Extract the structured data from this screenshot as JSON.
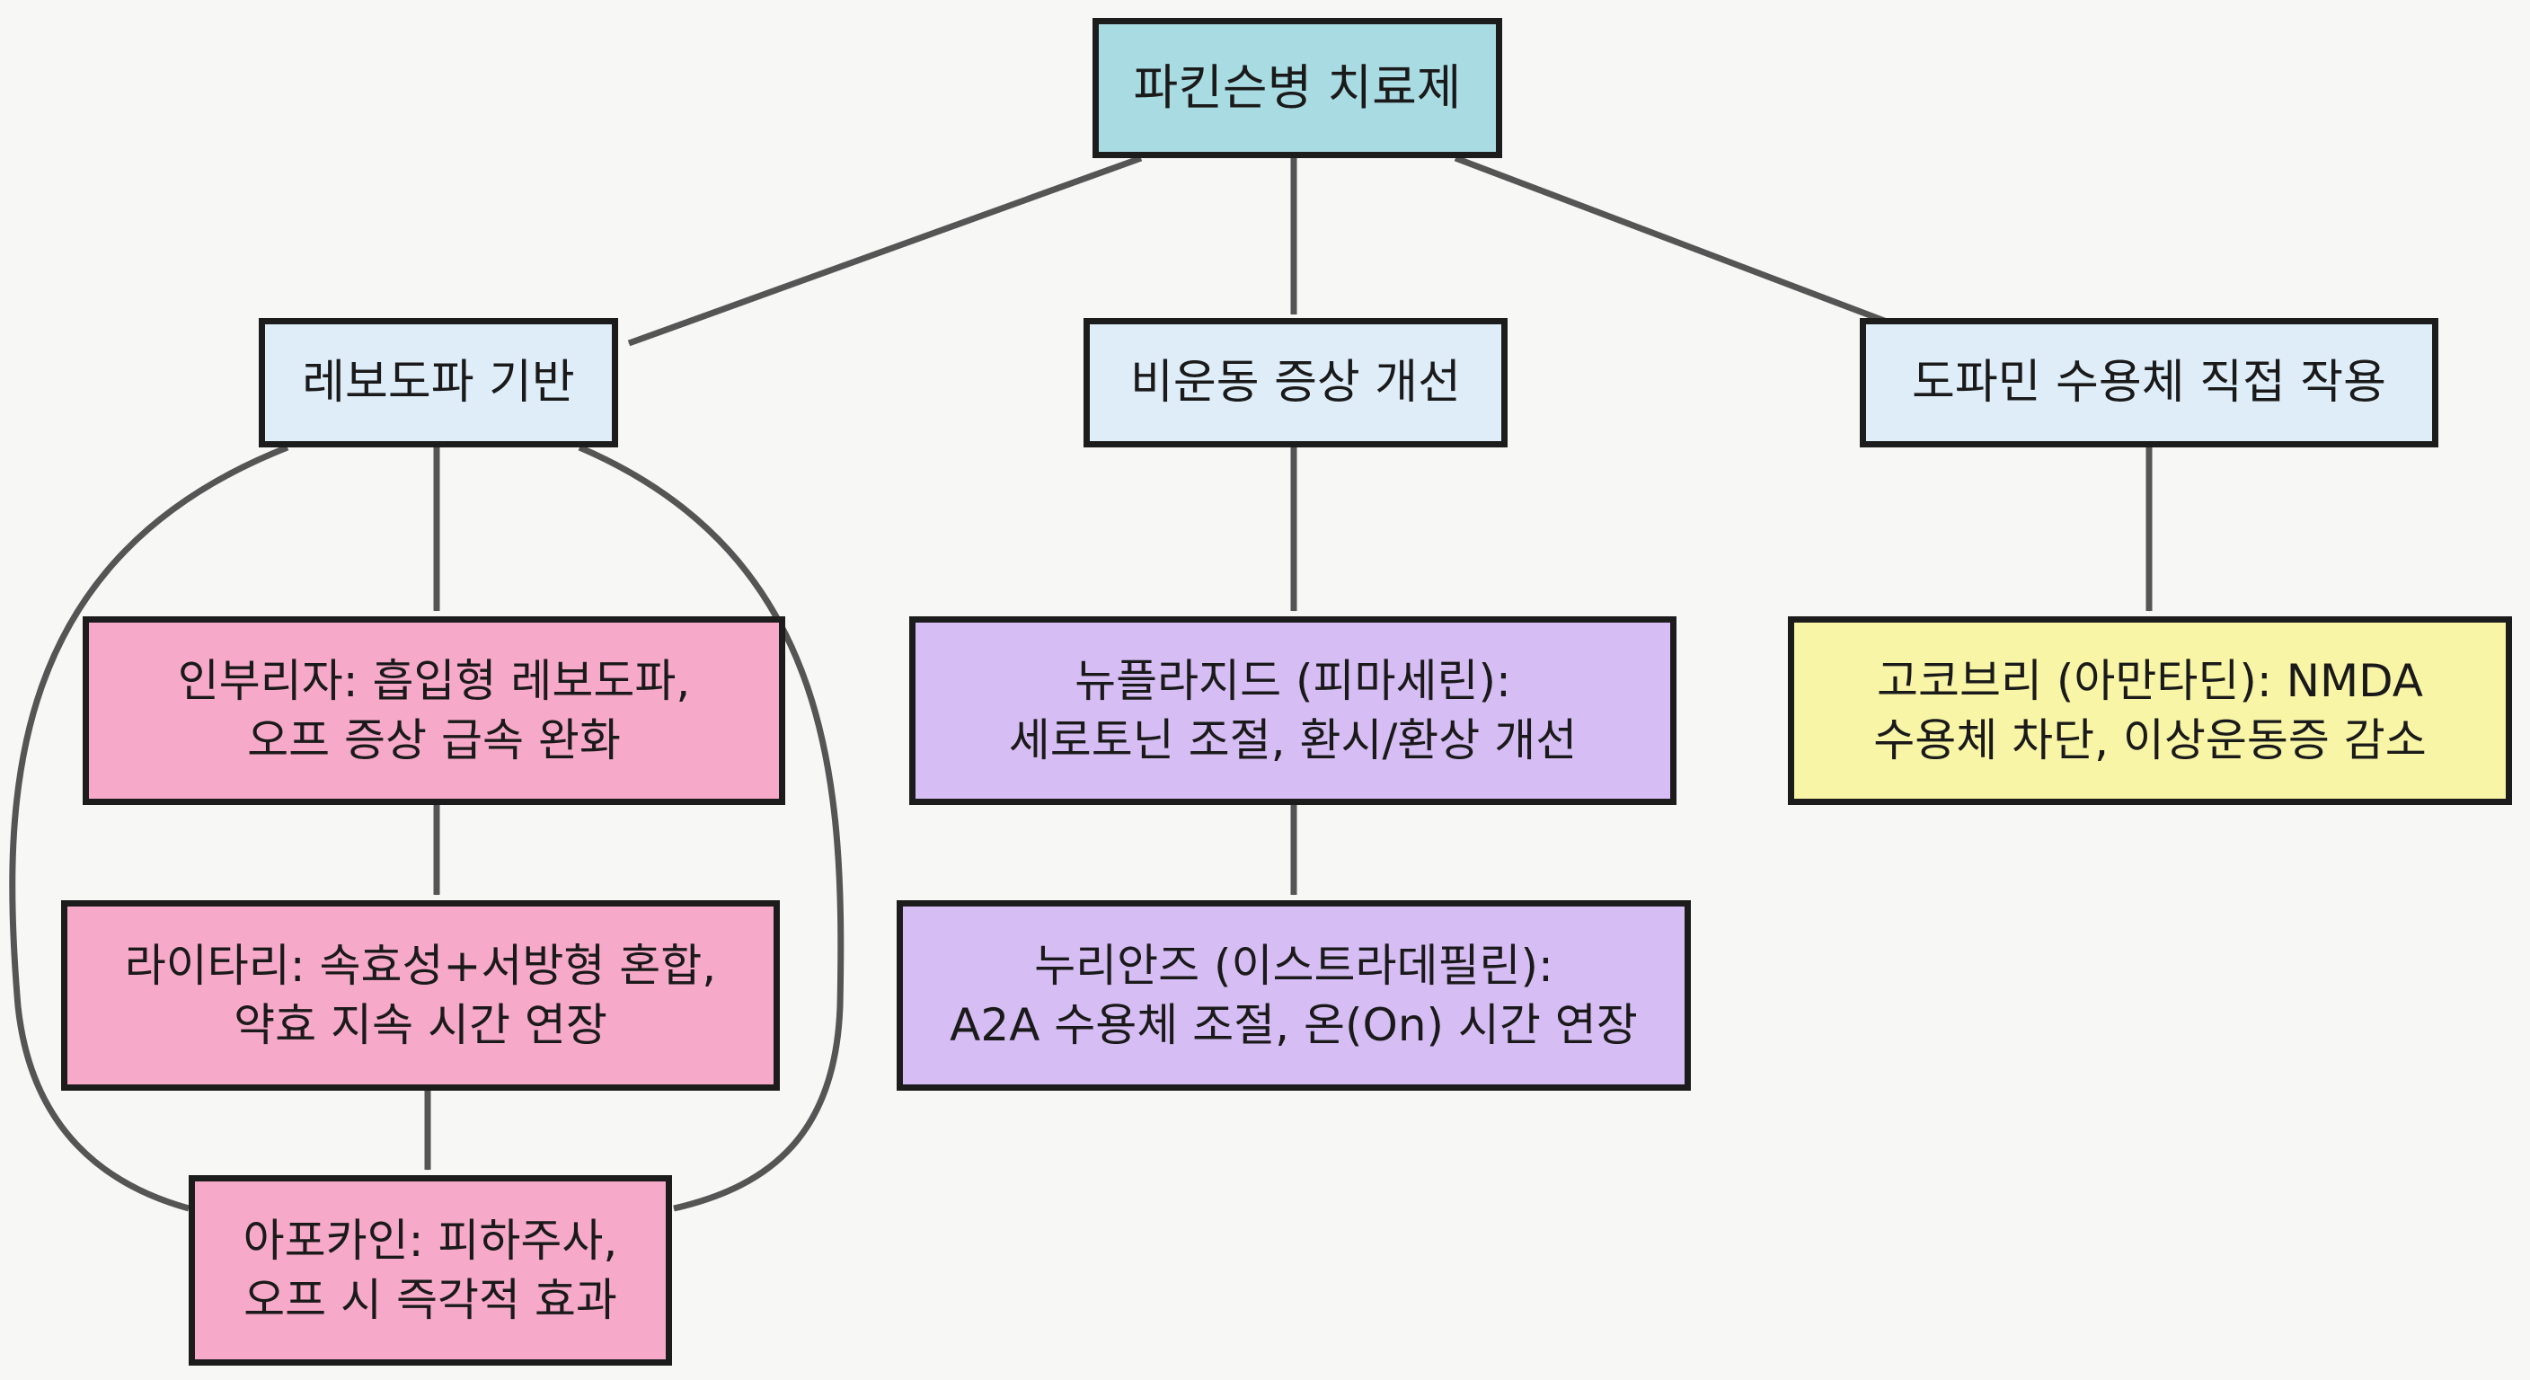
{
  "root": {
    "label": "파킨슨병 치료제"
  },
  "categories": [
    {
      "label": "레보도파 기반"
    },
    {
      "label": "비운동 증상 개선"
    },
    {
      "label": "도파민 수용체 직접 작용"
    }
  ],
  "levodopa": [
    {
      "line1": "인부리자: 흡입형 레보도파,",
      "line2": "오프 증상 급속 완화"
    },
    {
      "line1": "라이타리: 속효성+서방형 혼합,",
      "line2": "약효 지속 시간 연장"
    },
    {
      "line1": "아포카인: 피하주사,",
      "line2": "오프 시 즉각적 효과"
    }
  ],
  "nonmotor": [
    {
      "line1": "뉴플라지드 (피마세린):",
      "line2": "세로토닌 조절, 환시/환상 개선"
    },
    {
      "line1": "누리안즈 (이스트라데필린):",
      "line2": "A2A 수용체 조절, 온(On) 시간 연장"
    }
  ],
  "receptor": [
    {
      "line1": "고코브리 (아만타딘): NMDA",
      "line2": "수용체 차단, 이상운동증 감소"
    }
  ],
  "colors": {
    "root": "#a9dbe2",
    "category": "#deedf8",
    "levodopa": "#f6a9c8",
    "nonmotor": "#d6bdf3",
    "receptor": "#f8f5a6",
    "border": "#1c1c1c",
    "arrow": "#555555"
  }
}
